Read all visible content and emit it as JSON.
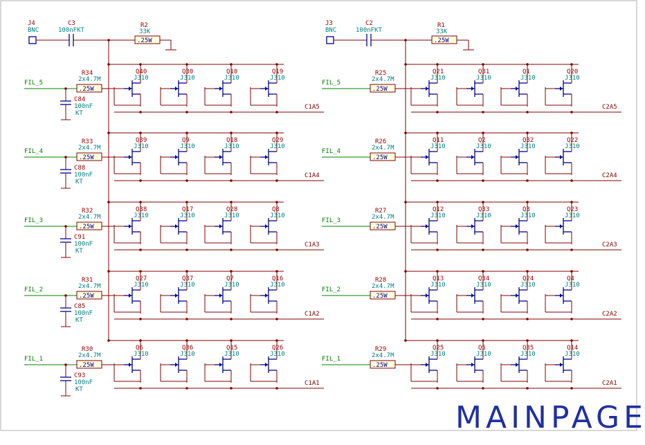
{
  "title": "MAINPAGE",
  "input_connectors": [
    {
      "ref": "J4",
      "val": "BNC",
      "cap_ref": "C3",
      "cap_val": "100nFKT",
      "res_ref": "R2",
      "res_val": "33K",
      "res_body": ".25W"
    },
    {
      "ref": "J3",
      "val": "BNC",
      "cap_ref": "C2",
      "cap_val": "100nFKT",
      "res_ref": "R1",
      "res_val": "33K",
      "res_body": ".25W"
    }
  ],
  "left_rows": [
    {
      "input": "FIL_5",
      "res_ref": "R34",
      "res_val": "2x4.7M",
      "res_body": ".25W",
      "cap_ref": "C84",
      "cap_val1": "100nF",
      "cap_val2": "KT",
      "jfets": [
        "Q40",
        "Q30",
        "Q10",
        "Q19"
      ],
      "jfet_val": "J310",
      "output": "C1A5"
    },
    {
      "input": "FIL_4",
      "res_ref": "R33",
      "res_val": "2x4.7M",
      "res_body": ".25W",
      "cap_ref": "C88",
      "cap_val1": "100nF",
      "cap_val2": "KT",
      "jfets": [
        "Q39",
        "Q9",
        "Q18",
        "Q29"
      ],
      "jfet_val": "J310",
      "output": "C1A4"
    },
    {
      "input": "FIL_3",
      "res_ref": "R32",
      "res_val": "2x4.7M",
      "res_body": ".25W",
      "cap_ref": "C91",
      "cap_val1": "100nF",
      "cap_val2": "KT",
      "jfets": [
        "Q38",
        "Q17",
        "Q28",
        "Q8"
      ],
      "jfet_val": "J310",
      "output": "C1A3"
    },
    {
      "input": "FIL_2",
      "res_ref": "R31",
      "res_val": "2x4.7M",
      "res_body": ".25W",
      "cap_ref": "C85",
      "cap_val1": "100nF",
      "cap_val2": "KT",
      "jfets": [
        "Q27",
        "Q37",
        "Q7",
        "Q16"
      ],
      "jfet_val": "J310",
      "output": "C1A2"
    },
    {
      "input": "FIL_1",
      "res_ref": "R30",
      "res_val": "2x4.7M",
      "res_body": ".25W",
      "cap_ref": "C93",
      "cap_val1": "100nF",
      "cap_val2": "KT",
      "jfets": [
        "Q6",
        "Q36",
        "Q15",
        "Q26"
      ],
      "jfet_val": "J310",
      "output": "C1A1"
    }
  ],
  "right_rows": [
    {
      "input": "FIL_5",
      "res_ref": "R25",
      "res_val": "2x4.7M",
      "res_body": ".25W",
      "jfets": [
        "Q21",
        "Q31",
        "Q1",
        "Q20"
      ],
      "jfet_val": "J310",
      "output": "C2A5"
    },
    {
      "input": "FIL_4",
      "res_ref": "R26",
      "res_val": "2x4.7M",
      "res_body": ".25W",
      "jfets": [
        "Q11",
        "Q2",
        "Q32",
        "Q22"
      ],
      "jfet_val": "J310",
      "output": "C2A4"
    },
    {
      "input": "FIL_3",
      "res_ref": "R27",
      "res_val": "2x4.7M",
      "res_body": ".25W",
      "jfets": [
        "Q12",
        "Q33",
        "Q3",
        "Q23"
      ],
      "jfet_val": "J310",
      "output": "C2A3"
    },
    {
      "input": "FIL_2",
      "res_ref": "R28",
      "res_val": "2x4.7M",
      "res_body": ".25W",
      "jfets": [
        "Q13",
        "Q34",
        "Q24",
        "Q4"
      ],
      "jfet_val": "J310",
      "output": "C2A2"
    },
    {
      "input": "FIL_1",
      "res_ref": "R29",
      "res_val": "2x4.7M",
      "res_body": ".25W",
      "jfets": [
        "Q25",
        "Q5",
        "Q35",
        "Q14"
      ],
      "jfet_val": "J310",
      "output": "C2A1"
    }
  ]
}
